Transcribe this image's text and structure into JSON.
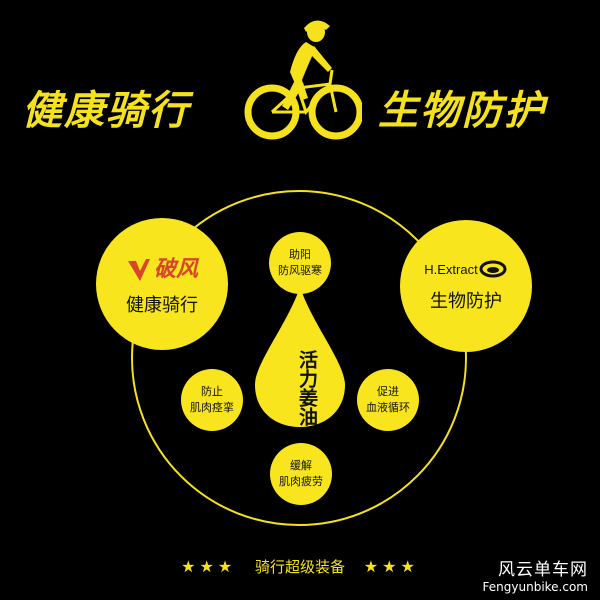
{
  "headline": {
    "left": "健康骑行",
    "right": "生物防护"
  },
  "left_circle": {
    "brand_text": "破风",
    "label": "健康骑行"
  },
  "right_circle": {
    "brand_text": "H.Extract",
    "label": "生物防护"
  },
  "center": {
    "title": "活力姜油"
  },
  "benefits": {
    "top": [
      "助阳",
      "防风驱寒"
    ],
    "left": [
      "防止",
      "肌肉痉挛"
    ],
    "right": [
      "促进",
      "血液循环"
    ],
    "bottom": [
      "缓解",
      "肌肉疲劳"
    ]
  },
  "footer": {
    "stars_left": "★★★",
    "slogan": "骑行超级装备",
    "stars_right": "★★★"
  },
  "watermark": {
    "cn": "风云单车网",
    "en": "Fengyunbike.com"
  },
  "colors": {
    "accent": "#f5e21c",
    "brand_red": "#d8452a",
    "background": "#000000"
  }
}
